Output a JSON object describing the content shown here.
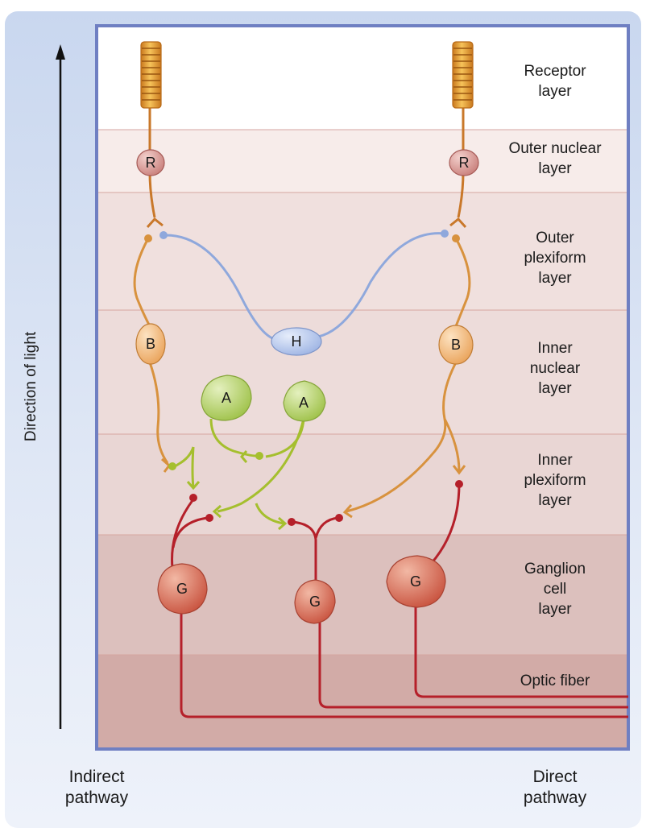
{
  "layers": [
    {
      "label": "Receptor\nlayer"
    },
    {
      "label": "Outer nuclear\nlayer"
    },
    {
      "label": "Outer\nplexiform\nlayer"
    },
    {
      "label": "Inner\nnuclear\nlayer"
    },
    {
      "label": "Inner\nplexiform\nlayer"
    },
    {
      "label": "Ganglion\ncell\nlayer"
    },
    {
      "label": "Optic fiber"
    }
  ],
  "axis": {
    "label": "Direction of light"
  },
  "pathways": {
    "indirect": "Indirect\npathway",
    "direct": "Direct\npathway"
  },
  "cells": {
    "receptor": "R",
    "bipolar": "B",
    "horizontal": "H",
    "amacrine": "A",
    "ganglion": "G"
  },
  "colors": {
    "receptor": "#e8a24a",
    "receptor_line": "#c9782a",
    "receptor_cell": "#d9a0a0",
    "bipolar": "#f2c08a",
    "horizontal": "#b8c9ec",
    "horizontal_line": "#8fa8dc",
    "amacrine": "#b7d36a",
    "amacrine_line": "#a5bf2e",
    "ganglion": "#d9705a",
    "ganglion_line": "#b5202a",
    "frame": "#6f7fc2"
  }
}
